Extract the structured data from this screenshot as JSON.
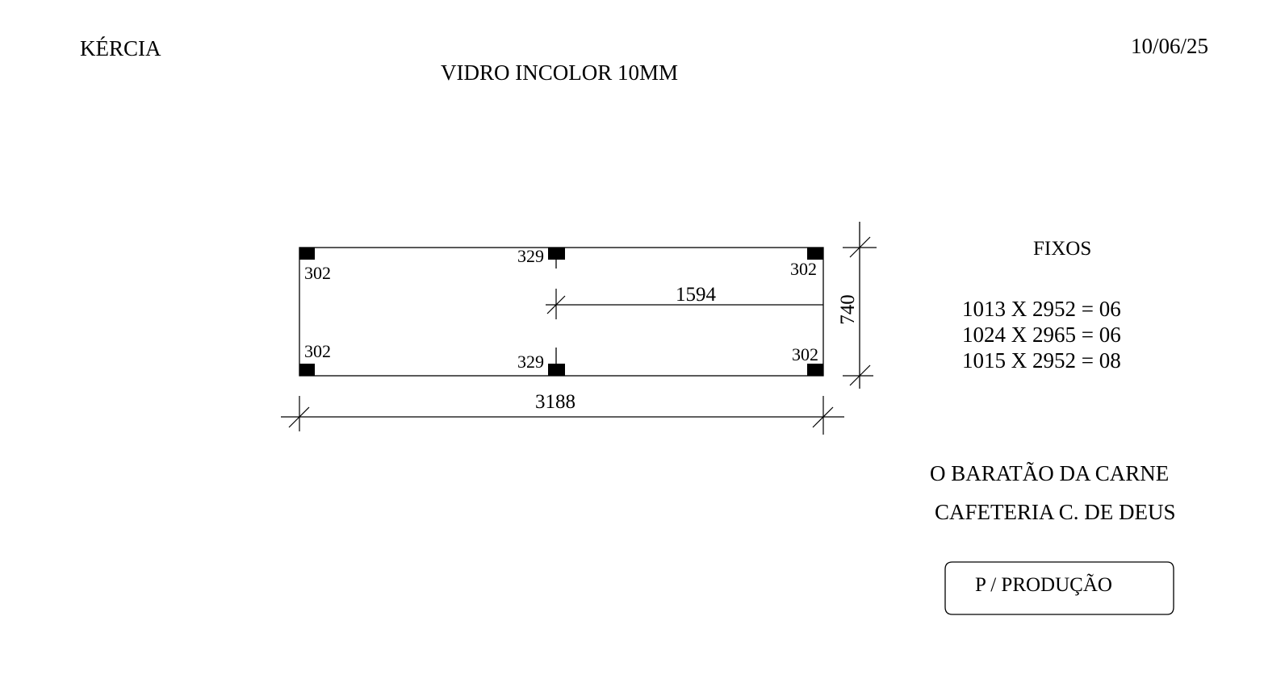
{
  "header": {
    "client": "KÉRCIA",
    "date": "10/06/25",
    "material": "VIDRO INCOLOR 10MM"
  },
  "drawing": {
    "total_width_label": "3188",
    "height_label": "740",
    "center_offset_label": "1594",
    "corner_labels": {
      "top_left": "302",
      "top_middle": "329",
      "top_right": "302",
      "bottom_left": "302",
      "bottom_middle": "329",
      "bottom_right": "302"
    }
  },
  "fixos": {
    "title": "FIXOS",
    "items": [
      "1013 X 2952 = 06",
      "1024 X 2965 = 06",
      "1015 X 2952 = 08"
    ]
  },
  "projects": [
    "O BARATÃO DA CARNE",
    "CAFETERIA C. DE DEUS"
  ],
  "stamp": {
    "label": "P / PRODUÇÃO"
  }
}
